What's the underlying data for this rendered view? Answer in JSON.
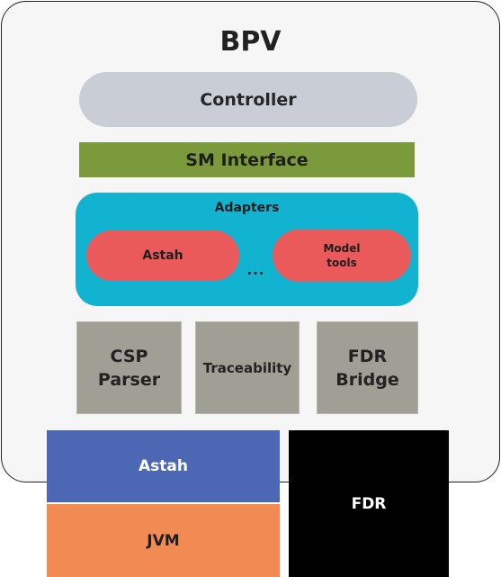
{
  "bpv": {
    "title": "BPV",
    "controller": "Controller",
    "sm_interface": "SM Interface",
    "adapters": {
      "label": "Adapters",
      "items": [
        "Astah",
        "Model\ntools"
      ],
      "ellipsis": "..."
    },
    "modules": [
      "CSP\nParser",
      "Traceability",
      "FDR\nBridge"
    ]
  },
  "platform": {
    "astah": "Astah",
    "jvm": "JVM",
    "fdr": "FDR"
  },
  "colors": {
    "container_bg": "#f6f6f6",
    "controller": "#c9ced6",
    "sm_interface": "#7b9a3b",
    "adapters": "#12b3d1",
    "adapter_item": "#ea5a5b",
    "module": "#9f9f95",
    "astah": "#4c68b4",
    "jvm": "#f28a54",
    "fdr": "#000000"
  }
}
